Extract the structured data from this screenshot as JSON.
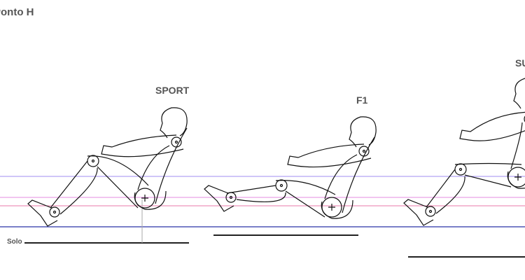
{
  "title": "Ponto H",
  "ground_label": "Solo",
  "vehicles": [
    {
      "label": "SPORT"
    },
    {
      "label": "F1"
    },
    {
      "label": "SUV"
    }
  ],
  "colors": {
    "ref_purple": "#9f8cf0",
    "ref_magenta": "#e58be0",
    "ref_pink": "#e87aa8",
    "ref_blue": "#2a35a8",
    "ground": "#222222",
    "outline": "#111111",
    "text": "#555555"
  }
}
